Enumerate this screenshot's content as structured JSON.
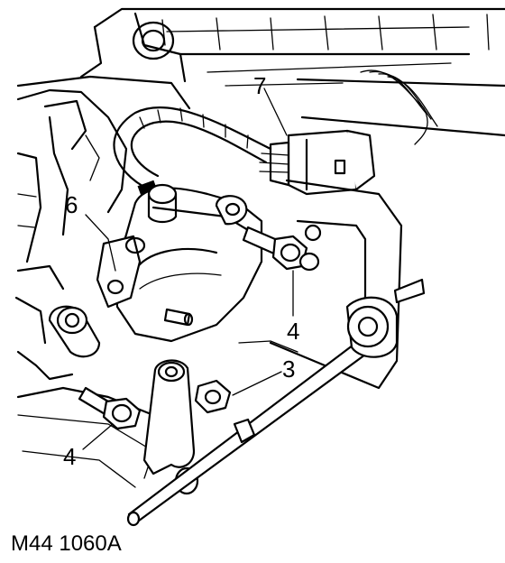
{
  "figure_id": "M44 1060A",
  "callouts": {
    "c7": "7",
    "c6": "6",
    "c4a": "4",
    "c3": "3",
    "c4b": "4"
  }
}
